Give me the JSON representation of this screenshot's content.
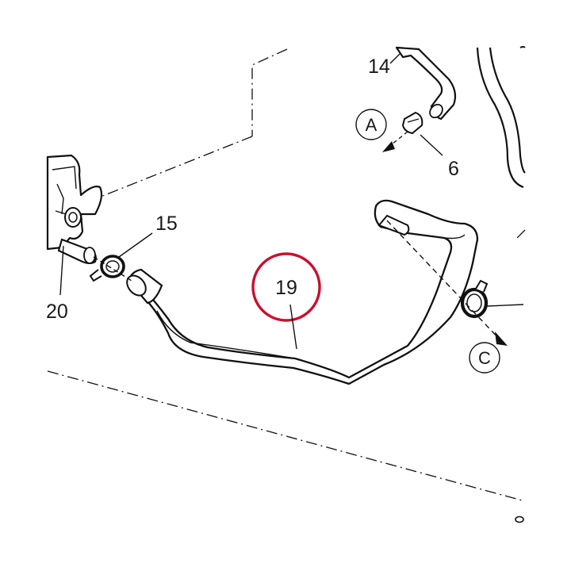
{
  "callouts": {
    "part_14": "14",
    "part_6": "6",
    "part_15": "15",
    "part_20": "20",
    "part_19": "19"
  },
  "view_markers": {
    "a": "A",
    "c": "C"
  },
  "colors": {
    "highlight": "#c8102e",
    "line": "#111111",
    "background": "#ffffff"
  },
  "highlighted_part": "19"
}
